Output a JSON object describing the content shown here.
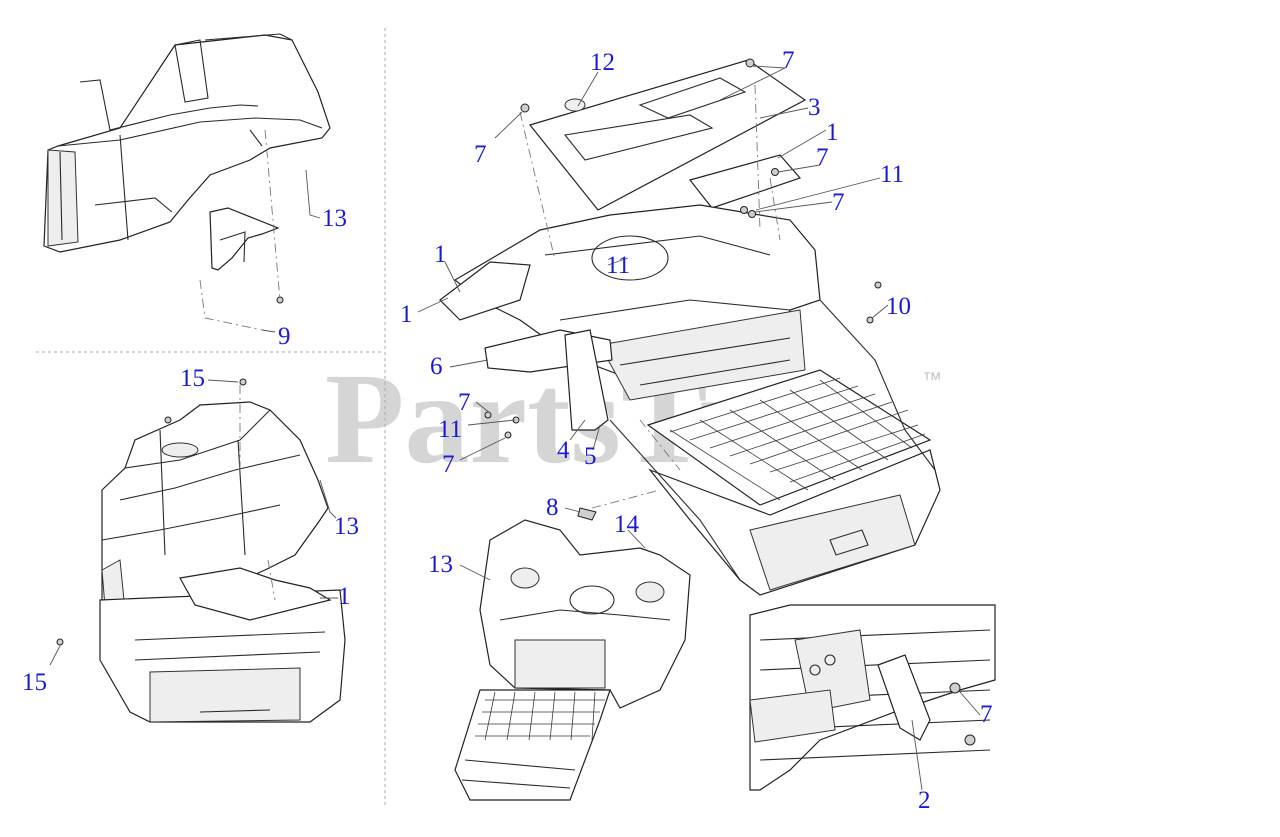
{
  "watermark": {
    "text": "PartsTree",
    "trademark": "™"
  },
  "callouts": {
    "c12": "12",
    "c7a": "7",
    "c3": "3",
    "c1a": "1",
    "c7b": "7",
    "c11a": "11",
    "c7c": "7",
    "c7d": "7",
    "c11b": "11",
    "c1b": "1",
    "c1c": "1",
    "c10": "10",
    "c6": "6",
    "c7e": "7",
    "c11c": "11",
    "c7f": "7",
    "c4": "4",
    "c5": "5",
    "c8": "8",
    "c14": "14",
    "c13c": "13",
    "c13a": "13",
    "c9": "9",
    "c15a": "15",
    "c13b": "13",
    "c1d": "1",
    "c15b": "15",
    "c7g": "7",
    "c2": "2"
  }
}
